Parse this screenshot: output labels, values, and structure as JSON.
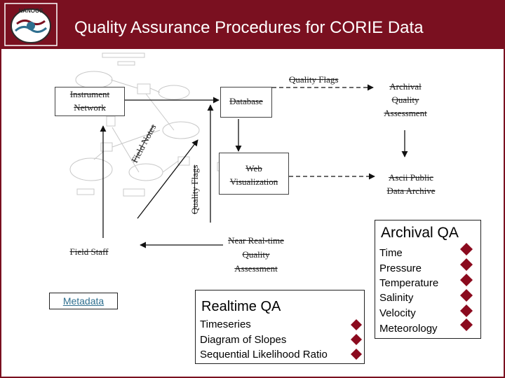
{
  "title": "Quality Assurance Procedures for CORIE Data",
  "logo_text": "NANOOS",
  "colors": {
    "header": "#7a1020",
    "diamond": "#8b0a1e",
    "metadata_link": "#2f6f8f"
  },
  "nodes": {
    "instrument_network": "Instrument\nNetwork",
    "database": "Database",
    "archival_quality_assessment": "Archival\nQuality\nAssessment",
    "web_visualization": "Web\nVisualization",
    "ascii_public_data_archive": "Ascii Public\nData Archive",
    "near_real_time_qa": "Near Real-time\nQuality\nAssessment",
    "field_staff": "Field Staff",
    "metadata": "Metadata"
  },
  "edge_labels": {
    "quality_flags_top": "Quality Flags",
    "field_notes": "Field Notes",
    "quality_flags_vertical": "Quality Flags"
  },
  "realtime_qa": {
    "heading": "Realtime QA",
    "items": [
      "Timeseries",
      "Diagram of Slopes",
      "Sequential Likelihood Ratio"
    ]
  },
  "archival_qa": {
    "heading": "Archival QA",
    "items": [
      "Time",
      "Pressure",
      "Temperature",
      "Salinity",
      "Velocity",
      "Meteorology"
    ]
  }
}
